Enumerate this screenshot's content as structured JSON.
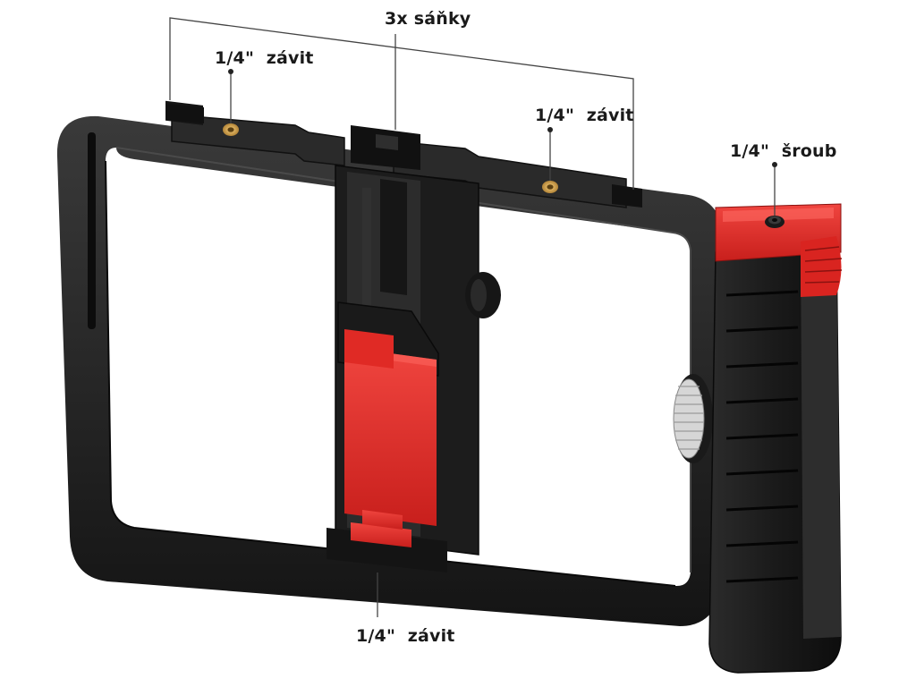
{
  "callouts": {
    "slides": "3x sáňky",
    "thread_left": "1/4\"  závit",
    "thread_right": "1/4\"  závit",
    "screw": "1/4\"  šroub",
    "thread_bottom": "1/4\"  závit"
  },
  "colors": {
    "frame": "#1e1e1e",
    "accent_red": "#e8332f",
    "brass": "#c99a4a",
    "leader_line": "#444444"
  },
  "icons": {
    "product": "smartphone-video-rig-cage"
  }
}
